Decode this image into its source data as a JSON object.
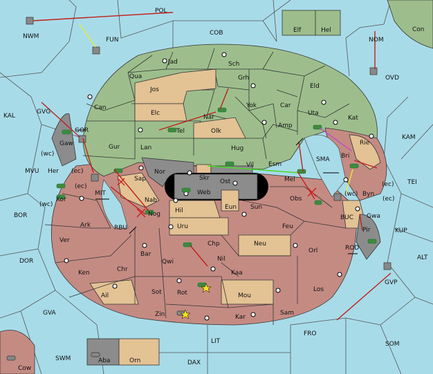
{
  "labels": {
    "POL": "POL",
    "NWM": "NWM",
    "FUN": "FUN",
    "COB": "COB",
    "Elf": "Elf",
    "Hel": "Hel",
    "Con": "Con",
    "NOM": "NOM",
    "OVD": "OVD",
    "Jad": "Jad",
    "Sch": "Sch",
    "Qua": "Qua",
    "Jos": "Jos",
    "Grh": "Grh",
    "Eld": "Eld",
    "Can": "Can",
    "Yok": "Yok",
    "Car": "Car",
    "Uta": "Uta",
    "Kat": "Kat",
    "KAL": "KAL",
    "GVG": "GVG",
    "Elc": "Elc",
    "Nar": "Nar",
    "Amp": "Amp",
    "KAM": "KAM",
    "Olk": "Olk",
    "Tel": "Tel",
    "GOR": "GOR",
    "Gaw": "Gaw",
    "Gur": "Gur",
    "Lan": "Lan",
    "Hug": "Hug",
    "Rie": "Rie",
    "Bri": "Bri",
    "SMA": "SMA",
    "wc1": "(wc)",
    "MVU": "MVU",
    "Her": "Her",
    "ec1": "(ec)",
    "Nor": "Nor",
    "Esm": "Esm",
    "Vil": "Vil",
    "Skr": "Skr",
    "Ost": "Ost",
    "TEI": "TEI",
    "Sap": "Sap",
    "Mel": "Mel",
    "ec2": "(ec)",
    "MIT": "MIT",
    "Web": "Web",
    "wc2": "(wc)",
    "Byn": "Byn",
    "ec3": "(ec)",
    "Kor": "Kor",
    "Nab": "Nab",
    "Obs": "Obs",
    "Eun": "Eun",
    "wc3": "(wc)",
    "Hil": "Hil",
    "Sun": "Sun",
    "BOR": "BOR",
    "Gwa": "Gwa",
    "ec4": "(ec)",
    "BUC": "BUC",
    "Nog": "Nog",
    "Ark": "Ark",
    "RBU": "RBU",
    "Uru": "Uru",
    "Feu": "Feu",
    "Pir": "Pir",
    "KUP": "KUP",
    "Ver": "Ver",
    "Chp": "Chp",
    "Neu": "Neu",
    "Orl": "Orl",
    "DOR": "DOR",
    "Bar": "Bar",
    "Qwi": "Qwi",
    "Nil": "Nil",
    "ROD": "ROD",
    "ALT": "ALT",
    "Ken": "Ken",
    "Chr": "Chr",
    "Kaa": "Kaa",
    "GVP": "GVP",
    "Rot": "Rot",
    "Los": "Los",
    "Ail": "Ail",
    "Sot": "Sot",
    "Mou": "Mou",
    "GVA": "GVA",
    "Zin": "Zin",
    "Kar": "Kar",
    "Sam": "Sam",
    "FRO": "FRO",
    "LIT": "LIT",
    "SOM": "SOM",
    "SWM": "SWM",
    "Aba": "Aba",
    "Orn": "Orn",
    "DAX": "DAX",
    "Cow": "Cow"
  }
}
